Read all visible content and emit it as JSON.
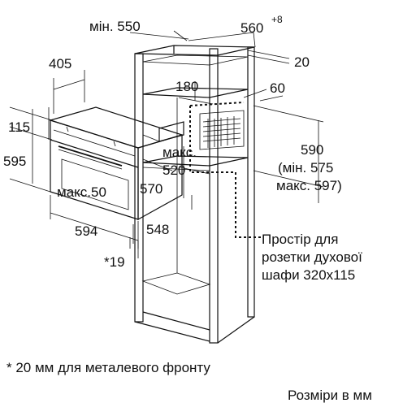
{
  "dimensions": {
    "niche_depth_min": "мін. 550",
    "niche_width": "560",
    "niche_width_tolerance": "+8",
    "top_gap": "20",
    "oven_depth": "405",
    "vent_width": "180",
    "vent_depth": "60",
    "panel_height": "115",
    "oven_height": "595",
    "controls_max": "макс.",
    "controls_max_value": "520",
    "niche_height": "590",
    "niche_height_min": "(мін. 575",
    "niche_height_max": "макс. 597)",
    "door_offset_max": "макс.50",
    "body_height": "570",
    "oven_width": "594",
    "body_width": "548",
    "front_note_ref": "*19"
  },
  "socket_note": {
    "line1": "Простір для",
    "line2": "розетки духової",
    "line3": "шафи 320x115"
  },
  "footnote": "* 20 мм для металевого фронту",
  "units_note": "Розміри в мм"
}
